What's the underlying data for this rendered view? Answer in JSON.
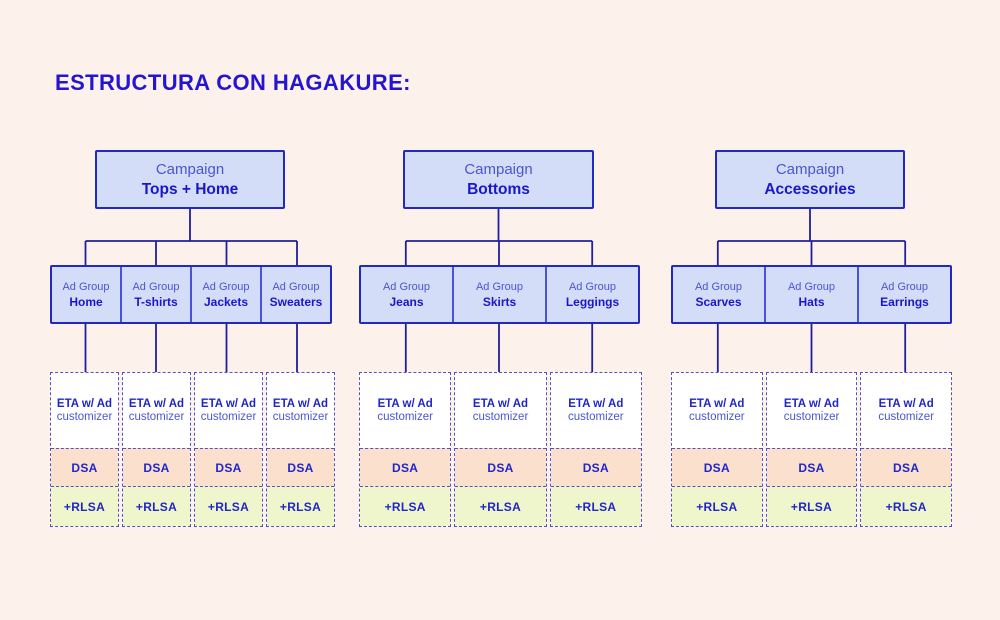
{
  "title": "ESTRUCTURA CON HAGAKURE:",
  "labels": {
    "campaign": "Campaign",
    "ad_group": "Ad Group",
    "eta_line1": "ETA w/ Ad",
    "eta_line2": "customizer",
    "dsa": "DSA",
    "rlsa": "+RLSA"
  },
  "campaigns": [
    {
      "name": "Tops + Home",
      "ad_groups": [
        "Home",
        "T-shirts",
        "Jackets",
        "Sweaters"
      ]
    },
    {
      "name": "Bottoms",
      "ad_groups": [
        "Jeans",
        "Skirts",
        "Leggings"
      ]
    },
    {
      "name": "Accessories",
      "ad_groups": [
        "Scarves",
        "Hats",
        "Earrings"
      ]
    }
  ],
  "colors": {
    "background": "#fdf1ec",
    "box_fill": "#d3ddf7",
    "box_border": "#2328c0",
    "cell_divider": "#4a52d8",
    "connector_line": "#20209b",
    "dashed_border": "#5453be",
    "eta_fill": "#ffffff",
    "dsa_fill": "#fae0cd",
    "rlsa_fill": "#f0f6cc",
    "text_medium": "#4c55cf",
    "text_dark": "#1b16cb",
    "title_text": "#2415d0"
  }
}
